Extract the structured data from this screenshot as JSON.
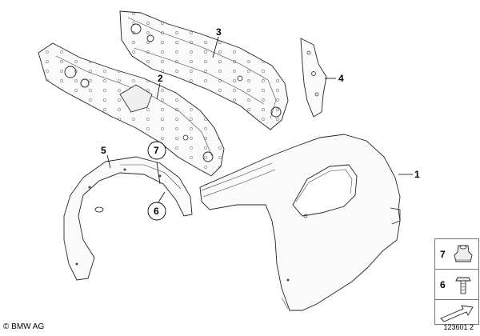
{
  "callouts": {
    "part1": "1",
    "part2": "2",
    "part3": "3",
    "part4": "4",
    "part5": "5",
    "part6": "6",
    "part7": "7"
  },
  "legend": {
    "item7": "7",
    "item6": "6"
  },
  "footer": {
    "copyright": "© BMW AG",
    "diagram_id": "123601 2"
  }
}
